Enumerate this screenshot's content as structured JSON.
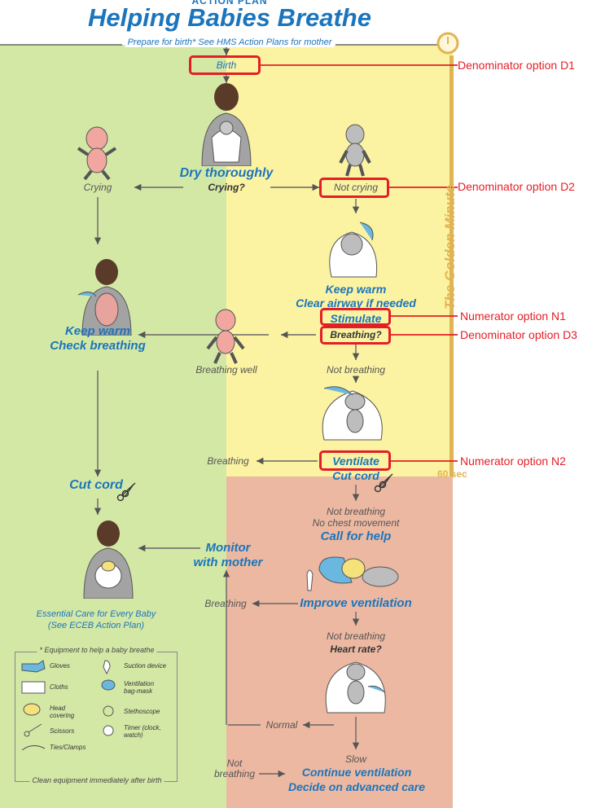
{
  "header": {
    "action_plan": "ACTION PLAN",
    "title": "Helping Babies Breathe",
    "prepare": "Prepare for birth* See HMS Action Plans for mother"
  },
  "steps": {
    "birth": "Birth",
    "dry": "Dry thoroughly",
    "crying_q": "Crying?",
    "crying": "Crying",
    "not_crying": "Not crying",
    "keep_warm_clear_1": "Keep warm",
    "keep_warm_clear_2": "Clear airway if needed",
    "stimulate": "Stimulate",
    "breathing_q": "Breathing?",
    "breathing_well": "Breathing well",
    "not_breathing": "Not breathing",
    "keep_warm_check_1": "Keep warm",
    "keep_warm_check_2": "Check breathing",
    "breathing": "Breathing",
    "ventilate": "Ventilate",
    "cut_cord_right": "Cut cord",
    "cut_cord_left": "Cut cord",
    "not_breathing_2": "Not breathing",
    "no_chest": "No chest movement",
    "call_help": "Call for help",
    "monitor_1": "Monitor",
    "monitor_2": "with mother",
    "breathing_2": "Breathing",
    "improve": "Improve ventilation",
    "not_breathing_3": "Not breathing",
    "heart_rate_q": "Heart rate?",
    "normal": "Normal",
    "slow": "Slow",
    "not_breathing_4a": "Not",
    "not_breathing_4b": "breathing",
    "continue_1": "Continue ventilation",
    "continue_2": "Decide on advanced care",
    "essential_1": "Essential Care for Every Baby",
    "essential_2": "(See ECEB Action Plan)"
  },
  "golden": {
    "label": "The Golden Minute",
    "sec": "60 sec"
  },
  "equipment": {
    "title": "* Equipment to help a baby breathe",
    "items": [
      "Gloves",
      "Suction device",
      "Cloths",
      "Ventilation bag-mask",
      "Head covering",
      "Stethoscope",
      "Scissors",
      "Timer (clock, watch)",
      "Ties/Clamps"
    ],
    "footer": "Clean equipment immediately after birth"
  },
  "annotations": {
    "d1": "Denominator option D1",
    "d2": "Denominator option D2",
    "n1": "Numerator option N1",
    "d3": "Denominator option D3",
    "n2": "Numerator option N2"
  },
  "colors": {
    "green": "#d4e8a6",
    "yellow": "#fbf3a2",
    "red_zone": "#ecb8a1",
    "blue_text": "#1b75bc",
    "annotation_red": "#e41e26",
    "golden": "#e0b454"
  }
}
